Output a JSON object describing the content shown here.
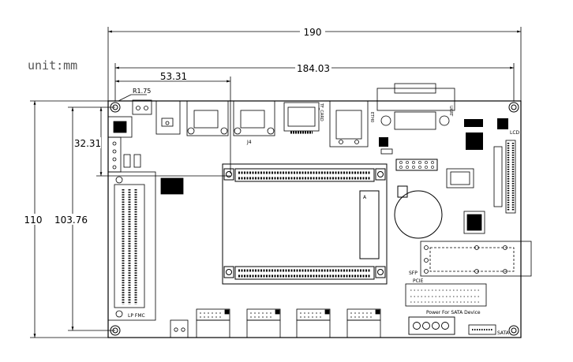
{
  "drawing": {
    "unit_label": "unit:mm",
    "dimensions": {
      "overall_width": "190",
      "hole_span_width": "184.03",
      "connector_offset": "53.31",
      "corner_radius": "R1.75",
      "vertical_offset": "32.31",
      "overall_height": "110",
      "hole_span_height": "103.76"
    },
    "labels": {
      "lp_fmc": "LP FMC",
      "pcie": "PCIE",
      "power_sata": "Power For SATA Device",
      "sata": "SATA",
      "sfp": "SFP",
      "lcd": "LCD",
      "j4": "J4",
      "marker_a": "A",
      "eth0": "ETH0",
      "uart": "UART",
      "tf_card": "TF_CARD"
    },
    "colors": {
      "line": "#000000",
      "background": "#ffffff"
    }
  }
}
